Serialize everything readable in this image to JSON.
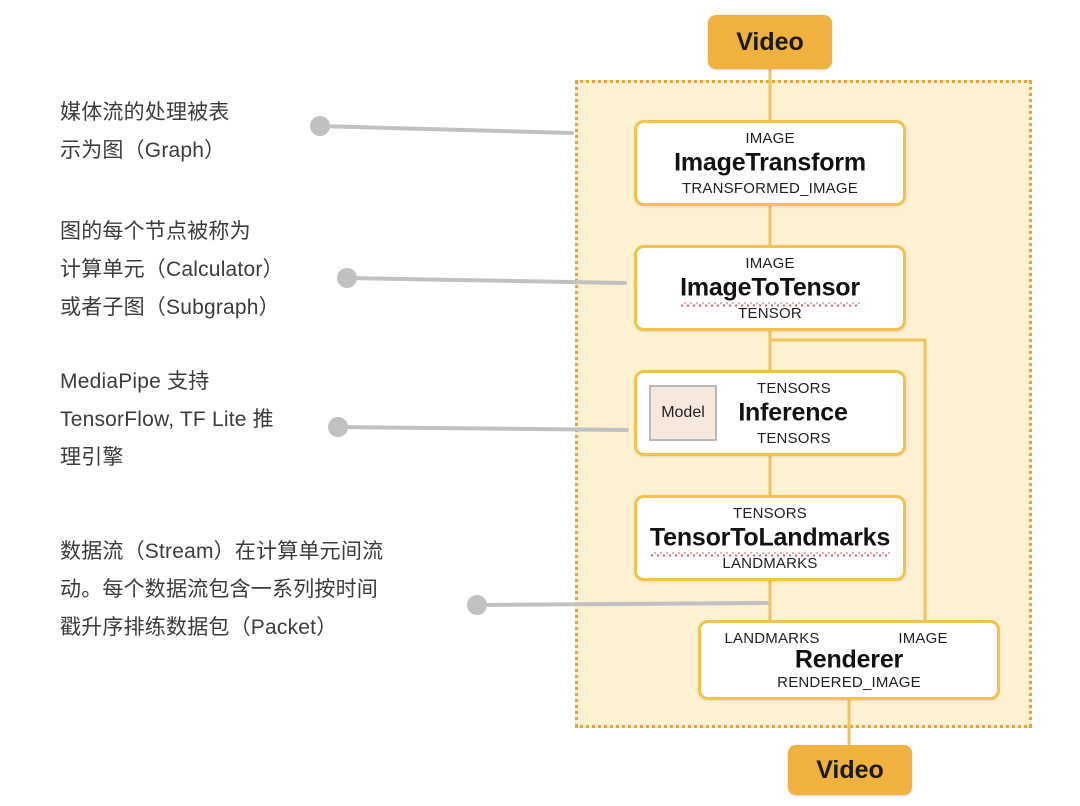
{
  "annotations": [
    {
      "id": "graph-note",
      "text": "媒体流的处理被表\n示为图（Graph）"
    },
    {
      "id": "calculator-note",
      "text": "图的每个节点被称为\n计算单元（Calculator）\n或者子图（Subgraph）"
    },
    {
      "id": "inference-note",
      "text": "MediaPipe 支持\nTensorFlow, TF Lite 推\n理引擎"
    },
    {
      "id": "stream-note",
      "text": "数据流（Stream）在计算单元间流\n动。每个数据流包含一系列按时间\n戳升序排练数据包（Packet）"
    }
  ],
  "endpoints": {
    "input_label": "Video",
    "output_label": "Video"
  },
  "nodes": [
    {
      "id": "image-transform",
      "title": "ImageTransform",
      "spellchecked": false,
      "inputs": [
        {
          "label": "IMAGE"
        }
      ],
      "outputs": [
        {
          "label": "TRANSFORMED_IMAGE"
        }
      ]
    },
    {
      "id": "image-to-tensor",
      "title": "ImageToTensor",
      "spellchecked": true,
      "inputs": [
        {
          "label": "IMAGE"
        }
      ],
      "outputs": [
        {
          "label": "TENSOR"
        }
      ]
    },
    {
      "id": "inference",
      "title": "Inference",
      "spellchecked": false,
      "chip": "Model",
      "inputs": [
        {
          "label": "TENSORS"
        }
      ],
      "outputs": [
        {
          "label": "TENSORS"
        }
      ]
    },
    {
      "id": "tensor-to-landmarks",
      "title": "TensorToLandmarks",
      "spellchecked": true,
      "inputs": [
        {
          "label": "TENSORS"
        }
      ],
      "outputs": [
        {
          "label": "LANDMARKS"
        }
      ]
    },
    {
      "id": "renderer",
      "title": "Renderer",
      "spellchecked": false,
      "inputs": [
        {
          "label": "LANDMARKS"
        },
        {
          "label": "IMAGE"
        }
      ],
      "outputs": [
        {
          "label": "RENDERED_IMAGE"
        }
      ]
    }
  ],
  "colors": {
    "video_fill": "#F0B23C",
    "container_fill": "#FDF1D2",
    "container_border": "#E8A33D",
    "node_border": "#F2C14E",
    "edge": "#EFC45A",
    "leader": "#BFC1C3",
    "model_chip_fill": "#F7E8DD"
  }
}
